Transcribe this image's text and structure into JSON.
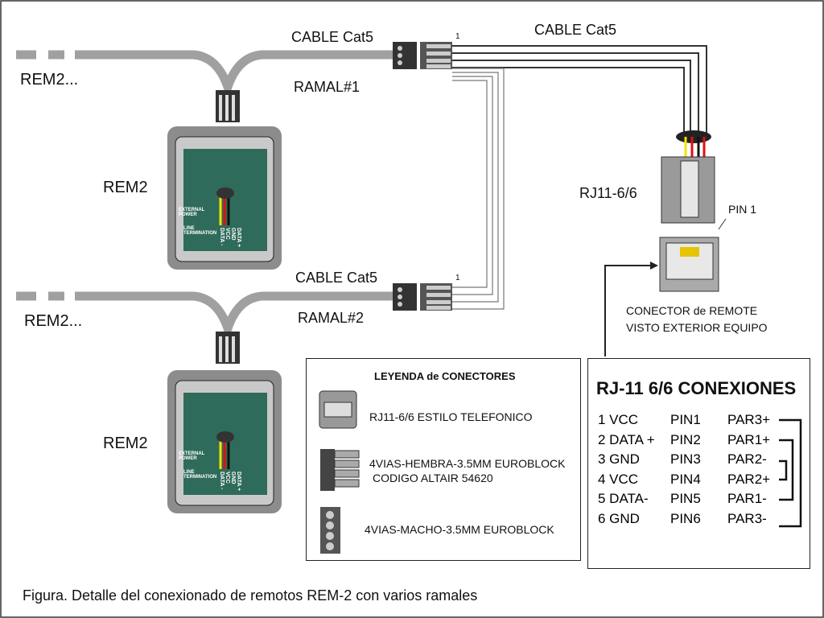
{
  "labels": {
    "rem2_dots_1": "REM2...",
    "rem2_dots_2": "REM2...",
    "cable_1": "CABLE Cat5",
    "cable_2": "CABLE Cat5",
    "cable_3": "CABLE Cat5",
    "ramal_1": "RAMAL#1",
    "ramal_2": "RAMAL#2",
    "rem2_1": "REM2",
    "rem2_2": "REM2",
    "pin_marker_1": "1",
    "pin_marker_2": "1",
    "rj11": "RJ11-6/6",
    "pin1": "PIN 1",
    "connector_line1": "CONECTOR de REMOTE",
    "connector_line2": "VISTO EXTERIOR EQUIPO"
  },
  "device_labels": {
    "external_power": "EXTERNAL POWER",
    "line_termination": "LINE TERMINATION",
    "pins": [
      "DATA -",
      "VCC",
      "GND",
      "DATA +"
    ]
  },
  "legend": {
    "title": "LEYENDA de CONECTORES",
    "items": [
      {
        "icon": "rj11-connector-icon",
        "label": "RJ11-6/6  ESTILO TELEFONICO"
      },
      {
        "icon": "female-euroblock-icon",
        "label": "4VIAS-HEMBRA-3.5MM EUROBLOCK",
        "label2": "CODIGO ALTAIR 54620"
      },
      {
        "icon": "male-euroblock-icon",
        "label": "4VIAS-MACHO-3.5MM EUROBLOCK"
      }
    ]
  },
  "rj_table": {
    "title": "RJ-11 6/6 CONEXIONES",
    "rows": [
      [
        "1 VCC",
        "PIN1",
        "PAR3+"
      ],
      [
        "2 DATA +",
        "PIN2",
        "PAR1+"
      ],
      [
        "3 GND",
        "PIN3",
        "PAR2-"
      ],
      [
        "4 VCC",
        "PIN4",
        "PAR2+"
      ],
      [
        "5 DATA-",
        "PIN5",
        "PAR1-"
      ],
      [
        "6 GND",
        "PIN6",
        "PAR3-"
      ]
    ]
  },
  "caption": "Figura. Detalle del conexionado de remotos REM-2 con varios ramales",
  "colors": {
    "cable": "#a0a0a0",
    "board": "#2f6b5a",
    "housing": "#8c8c8c",
    "wire_yellow": "#f2e600",
    "wire_red": "#e01010"
  }
}
